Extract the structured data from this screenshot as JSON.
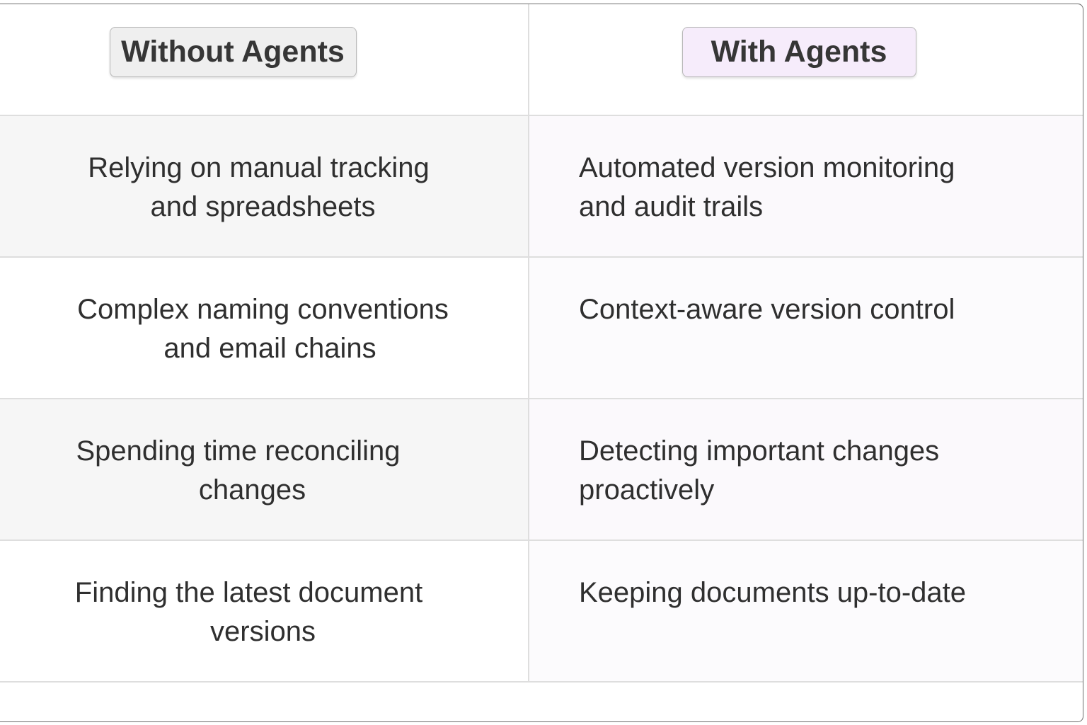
{
  "table": {
    "headers": {
      "left": "Without Agents",
      "right": "With Agents"
    },
    "rows": [
      {
        "left_lines": [
          "Relying on manual tracking",
          "and spreadsheets"
        ],
        "right_lines": [
          "Automated version monitoring",
          "and audit trails"
        ]
      },
      {
        "left_lines": [
          "Complex naming conventions",
          "and email chains"
        ],
        "right_lines": [
          "Context-aware version control"
        ]
      },
      {
        "left_lines": [
          "Spending time reconciling",
          "changes"
        ],
        "right_lines": [
          "Detecting important changes",
          "proactively"
        ]
      },
      {
        "left_lines": [
          "Finding the latest document",
          "versions"
        ],
        "right_lines": [
          "Keeping documents up-to-date"
        ]
      }
    ]
  },
  "colors": {
    "without_pill_bg": "#efefef",
    "with_pill_bg": "#f6ecfb",
    "left_shaded_row": "#f6f6f6",
    "right_column_tint": "#fbf9fc",
    "grid_line": "#dedede",
    "text": "#333333"
  }
}
